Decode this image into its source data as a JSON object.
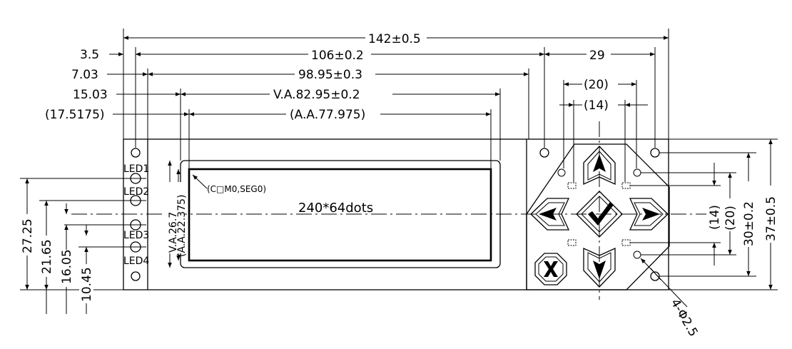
{
  "dimensions": {
    "overall_width": "142±0.5",
    "pcb_width": "106±0.2",
    "bezel_width": "98.95±0.3",
    "view_area_width": "V.A.82.95±0.2",
    "active_area_width": "(A.A.77.975)",
    "offset_pcb": "3.5",
    "offset_bezel": "7.03",
    "offset_va": "15.03",
    "offset_aa": "(17.5175)",
    "keypad_width": "29",
    "key_pitch_outer": "(20)",
    "key_pitch_inner": "(14)",
    "view_area_height": "V.A.26.7",
    "active_area_height": "(A.A.22.375)",
    "left_h1": "27.25",
    "left_h2": "21.65",
    "left_h3": "16.05",
    "left_h4": "10.45",
    "right_h_inner": "(14)",
    "right_h_outer": "(20)",
    "right_h_pcb": "30±0.2",
    "right_h_overall": "37±0.5",
    "hole_note": "4-Φ2.5"
  },
  "labels": {
    "led1": "LED1",
    "led2": "LED2",
    "led3": "LED3",
    "led4": "LED4",
    "origin": "(C□M0,SEG0)",
    "resolution": "240*64dots"
  },
  "keys": {
    "up": "up-arrow-key",
    "down": "down-arrow-key",
    "left": "left-arrow-key",
    "right": "right-arrow-key",
    "ok": "check-key",
    "cancel": "cancel-key"
  }
}
